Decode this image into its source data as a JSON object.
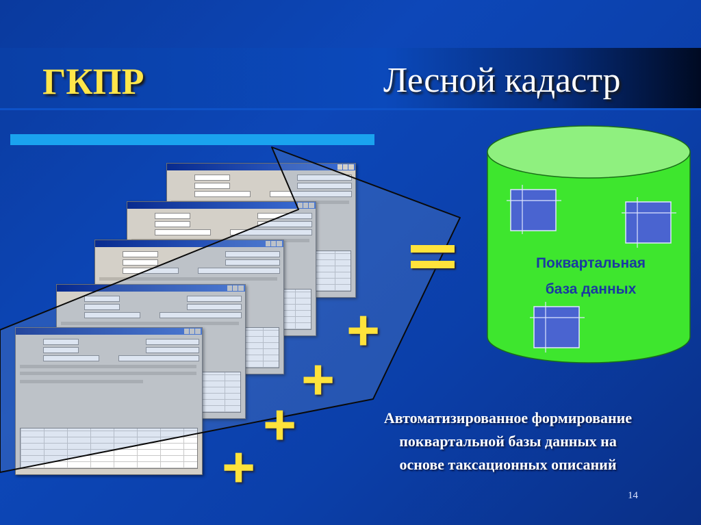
{
  "slide": {
    "title_abbrev": "ГКПР",
    "title_main": "Лесной кадастр",
    "operators": {
      "plus": "+",
      "equals": "="
    },
    "database": {
      "label_line1": "Поквартальная",
      "label_line2": "база данных"
    },
    "description": {
      "line1": "Автоматизированное формирование",
      "line2": "поквартальной базы данных на",
      "line3": "основе таксационных описаний"
    },
    "page_number": "14"
  },
  "colors": {
    "background": "#0b45b4",
    "title_abbrev": "#ffe64a",
    "operators": "#ffe33b",
    "cylinder": "#3ee62e",
    "cylinder_top": "#8ff07f",
    "db_label": "#1a3aa0"
  },
  "icons": [
    "database-cylinder-icon",
    "table-icon",
    "window-screenshot"
  ]
}
